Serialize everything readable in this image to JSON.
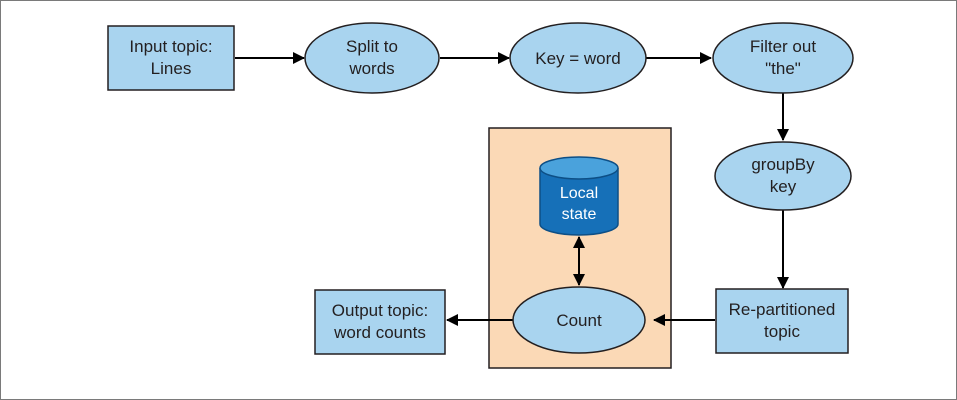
{
  "colors": {
    "node_fill": "#a9d4ef",
    "node_stroke": "#231f20",
    "state_store_bg": "#fbd9b6",
    "database_fill": "#1670b8",
    "database_top": "#4aa2dc",
    "edge": "#000000"
  },
  "nodes": {
    "input_topic": {
      "line1": "Input topic:",
      "line2": "Lines"
    },
    "split": {
      "line1": "Split to",
      "line2": "words"
    },
    "key": {
      "line1": "Key = word"
    },
    "filter": {
      "line1": "Filter out",
      "line2": "\"the\""
    },
    "groupby": {
      "line1": "groupBy",
      "line2": "key"
    },
    "repartitioned": {
      "line1": "Re-partitioned",
      "line2": "topic"
    },
    "count": {
      "line1": "Count"
    },
    "output_topic": {
      "line1": "Output topic:",
      "line2": "word counts"
    },
    "local_state": {
      "line1": "Local",
      "line2": "state",
      "icon": "database-icon"
    }
  }
}
